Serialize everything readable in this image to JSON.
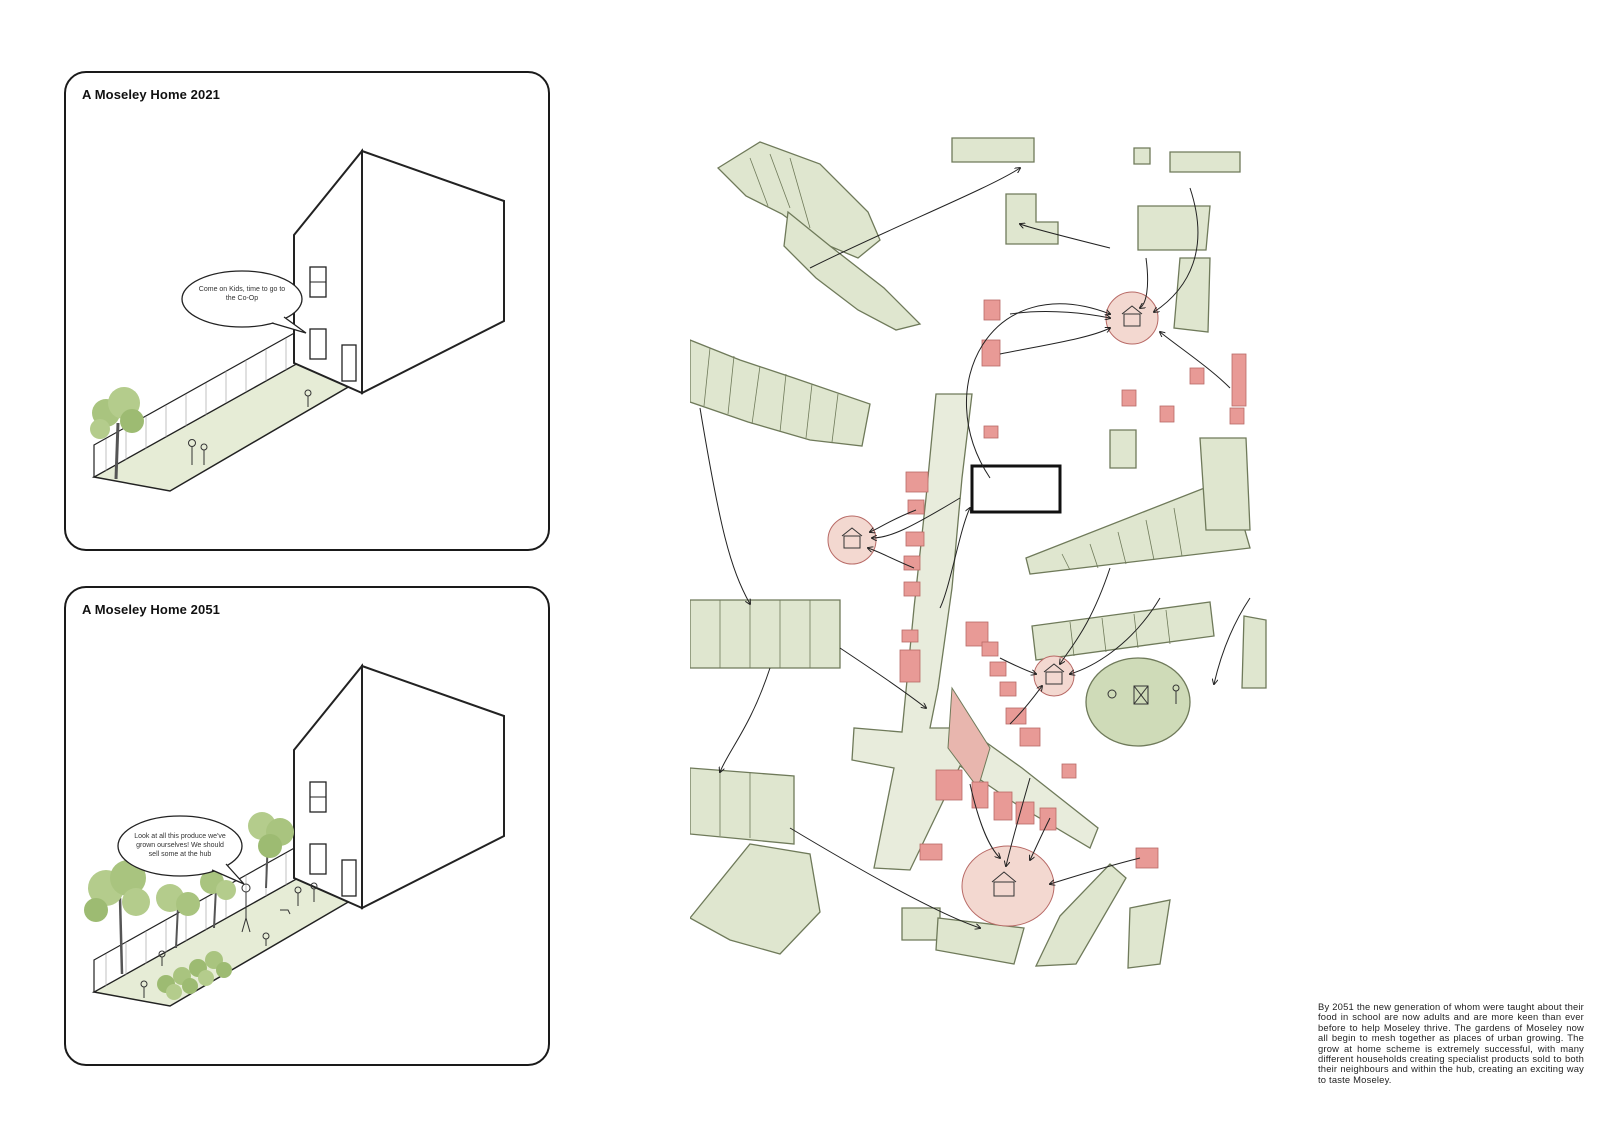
{
  "panels": [
    {
      "title": "A Moseley Home 2021",
      "speech": "Come on Kids, time to go to the Co-Op"
    },
    {
      "title": "A Moseley Home 2051",
      "speech": "Look at all this produce we've grown ourselves! We should sell some at the hub"
    }
  ],
  "caption": "By 2051 the new generation of whom were taught about their food in school are now adults and are more keen than ever before to help Moseley thrive. The gardens of Moseley now all begin to mesh together as places of urban growing. The grow at home scheme is extremely successful, with many different households creating specialist products sold to both their neighbours and within the hub, creating an exciting way to taste Moseley.",
  "colors": {
    "garden_green": "#dfe6cf",
    "garden_stroke": "#6f7a5a",
    "house_red": "#e89a96",
    "hub_pink": "#f3d8d0",
    "road": "#e8ecdc",
    "tree": "#a9c47f"
  }
}
